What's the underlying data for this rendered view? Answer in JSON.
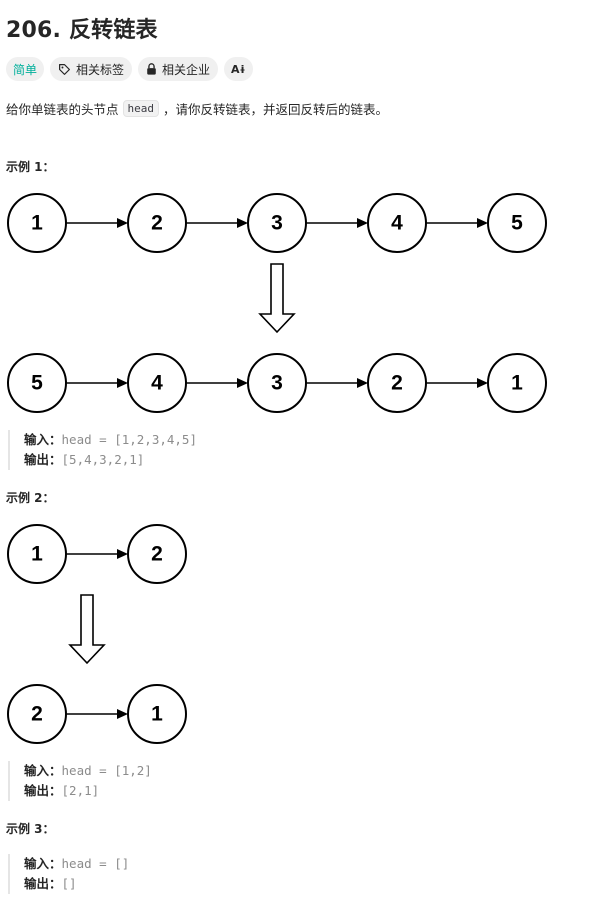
{
  "problem": {
    "title": "206. 反转链表",
    "tags": {
      "difficulty": "简单",
      "related_tags": "相关标签",
      "related_companies": "相关企业",
      "translate_icon_text": "Aɨ"
    },
    "description": {
      "before": "给你单链表的头节点",
      "code": "head",
      "after": "，请你反转链表，并返回反转后的链表。"
    }
  },
  "examples": [
    {
      "title": "示例 1：",
      "before_nodes": [
        "1",
        "2",
        "3",
        "4",
        "5"
      ],
      "after_nodes": [
        "5",
        "4",
        "3",
        "2",
        "1"
      ],
      "input_label": "输入：",
      "input_value": "head = [1,2,3,4,5]",
      "output_label": "输出：",
      "output_value": "[5,4,3,2,1]"
    },
    {
      "title": "示例 2：",
      "before_nodes": [
        "1",
        "2"
      ],
      "after_nodes": [
        "2",
        "1"
      ],
      "input_label": "输入：",
      "input_value": "head = [1,2]",
      "output_label": "输出：",
      "output_value": "[2,1]"
    },
    {
      "title": "示例 3：",
      "input_label": "输入：",
      "input_value": "head = []",
      "output_label": "输出：",
      "output_value": "[]"
    }
  ],
  "colors": {
    "easy": "#00af9b",
    "tag_bg": "#f0f0f0",
    "text": "#262626",
    "muted": "#8c8c8c"
  },
  "icons": [
    "tag-icon",
    "lock-icon",
    "translate-icon",
    "down-arrow-icon"
  ]
}
